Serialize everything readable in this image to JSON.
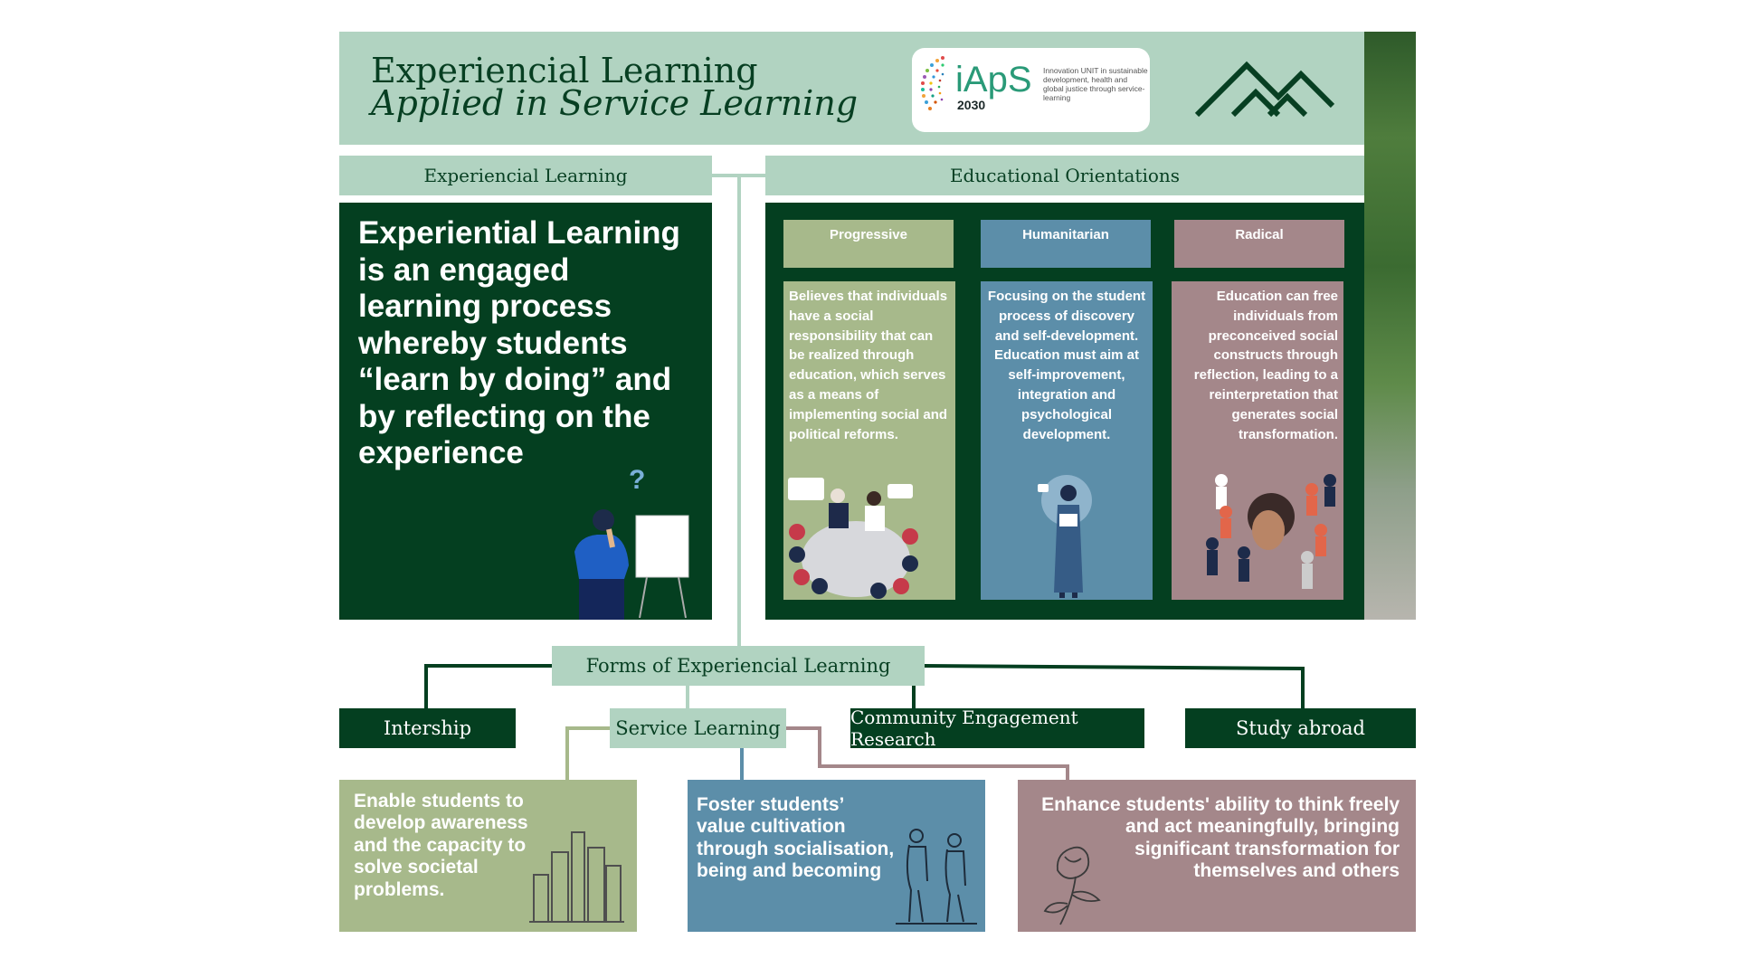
{
  "header": {
    "title_line1": "Experiencial Learning",
    "title_line2": "Applied in Service Learning"
  },
  "logo": {
    "name": "iApS",
    "year": "2030",
    "tagline": "Innovation UNIT in sustainable development, health and global justice through service-learning"
  },
  "experiential": {
    "heading": "Experiencial Learning",
    "definition": "Experiential Learning is an engaged learning process whereby students “learn by doing” and by reflecting on the experience"
  },
  "orientations": {
    "heading": "Educational Orientations",
    "items": [
      {
        "label": "Progressive",
        "text": "Believes that individuals have a social responsibility that can be realized through education, which serves as a means of implementing social and political reforms.",
        "color": "#a7b98b"
      },
      {
        "label": "Humanitarian",
        "text": "Focusing on the student process of discovery and self-development. Education must aim at self-improvement, integration and psychological development.",
        "color": "#5c8ea9"
      },
      {
        "label": "Radical",
        "text": "Education can free individuals from preconceived social constructs through reflection, leading to a reinterpretation that generates social transformation.",
        "color": "#a4878a"
      }
    ]
  },
  "forms": {
    "heading": "Forms of Experiencial Learning",
    "items": [
      "Intership",
      "Service Learning",
      "Community Engagement Research",
      "Study abroad"
    ]
  },
  "service_learning_goals": [
    {
      "text": "Enable students to develop awareness and the capacity to solve societal problems.",
      "color": "#a7b98b"
    },
    {
      "text": "Foster students’ value cultivation through socialisation, being and becoming",
      "color": "#5c8ea9"
    },
    {
      "text": "Enhance students' ability to think freely and act meaningfully, bringing significant transformation for themselves and others",
      "color": "#a4878a"
    }
  ],
  "colors": {
    "dark_green": "#043f20",
    "mint": "#b1d3c1"
  }
}
